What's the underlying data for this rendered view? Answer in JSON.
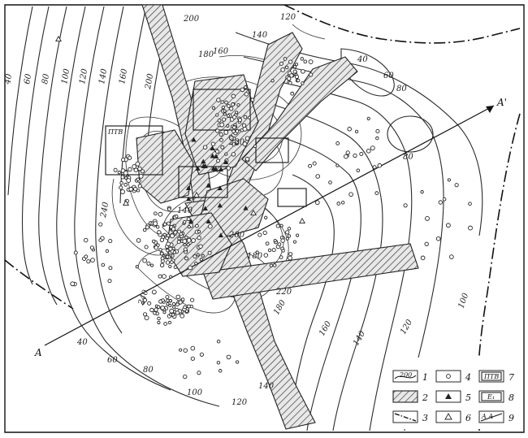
{
  "contour_labels": [
    "40",
    "60",
    "80",
    "100",
    "120",
    "140",
    "160",
    "180",
    "200",
    "220",
    "240"
  ],
  "section": {
    "start": "A",
    "end": "A'"
  },
  "area_label": "ПТВ",
  "legend": [
    {
      "num": "1",
      "symbol": "contour",
      "text": "200"
    },
    {
      "num": "2",
      "symbol": "hatched-zone"
    },
    {
      "num": "3",
      "symbol": "boundary-line"
    },
    {
      "num": "4",
      "symbol": "well-circle"
    },
    {
      "num": "5",
      "symbol": "filled-triangle"
    },
    {
      "num": "6",
      "symbol": "open-triangle"
    },
    {
      "num": "7",
      "symbol": "area-box",
      "text": "ПТВ"
    },
    {
      "num": "8",
      "symbol": "area-box",
      "text": "E₁"
    },
    {
      "num": "9",
      "symbol": "section-line",
      "text": "A A"
    }
  ]
}
